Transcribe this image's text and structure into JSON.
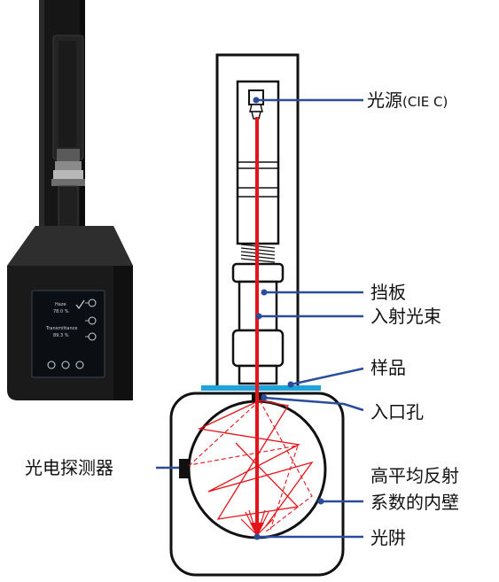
{
  "labels": {
    "light_source": "光源",
    "light_source_suffix": "(CIE C)",
    "baffle": "挡板",
    "incident_beam": "入射光束",
    "sample": "样品",
    "entrance_port": "入口孔",
    "photodetector": "光电探测器",
    "inner_wall_line1": "高平均反射",
    "inner_wall_line2": "系数的内壁",
    "light_trap": "光阱"
  },
  "device_screen": {
    "line1": "Haze",
    "line2": "78.0 %",
    "line3": "Transmittance",
    "line4": "89.3 %"
  },
  "colors": {
    "beam": "#e4141b",
    "leader": "#2b4c9a",
    "sample": "#1ea3dd",
    "device_body": "#1a1a1a"
  }
}
